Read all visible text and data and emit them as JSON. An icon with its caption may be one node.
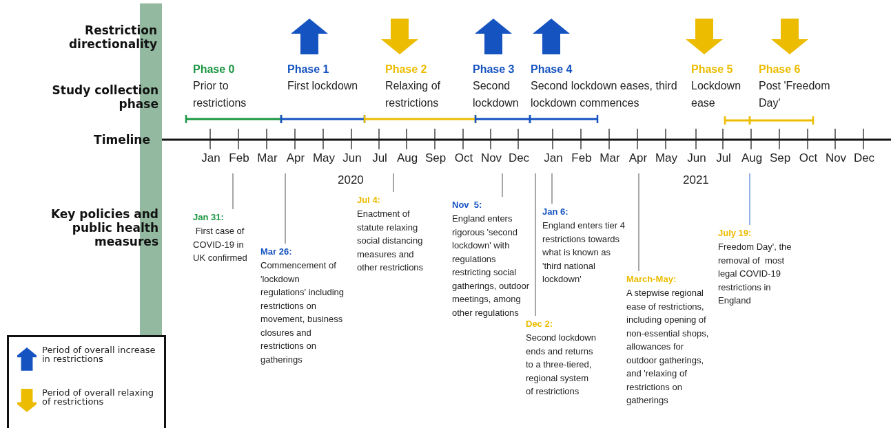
{
  "diagram": {
    "nodes": [
      {
        "text": [
          "Phase 0",
          "Prior to restrictions"
        ]
      },
      {
        "text": [
          "Phase 1",
          "First lockdown"
        ]
      },
      {
        "text": [
          "Phase 2",
          "Relaxing of restrictions"
        ]
      },
      {
        "text": [
          "Phase 3",
          "Second lockdown"
        ]
      },
      {
        "text": [
          "Phase 4",
          "Second lockdown eases, third lockdown commences"
        ]
      },
      {
        "text": [
          "Phase 5",
          "Lockdown ease"
        ]
      },
      {
        "text": [
          "Phase 6",
          "Post 'Freedom Day'"
        ]
      },
      {
        "text": [
          "Jan 31:",
          " First case of COVID-19 in UK confirmed"
        ]
      },
      {
        "text": [
          "Mar 26:",
          "Commencement of 'lockdown regulations' including restrictions on movement, business closures and restrictions on gatherings"
        ]
      },
      {
        "text": [
          "Jul 4:",
          "Enactment of statute relaxing social distancing measures and other restrictions"
        ]
      },
      {
        "text": [
          "Nov  5:",
          "England enters rigorous 'second lockdown' with regulations restricting social gatherings, outdoor meetings, among other regulations"
        ]
      },
      {
        "text": [
          "Dec 2:",
          "Second lockdown ends and returns to a three-tiered, regional system of restrictions"
        ]
      },
      {
        "text": [
          "Jan 6:",
          "England enters tier 4 restrictions towards what is known as 'third national lockdown'"
        ]
      },
      {
        "text": [
          "March-May:",
          "A stepwise regional ease of restrictions, including opening of non-essential shops, allowances for outdoor gatherings, and 'relaxing of restrictions on gatherings"
        ]
      },
      {
        "text": [
          "July 19:",
          "Freedom Day', the removal of  most legal COVID-19 restrictions in England"
        ]
      },
      {
        "text": [],
        "shape": "bar"
      }
    ],
    "edges": [
      {
        "from": 7,
        "to": null,
        "arrow": "none"
      },
      {
        "from": 8,
        "to": null,
        "arrow": "none"
      },
      {
        "from": 9,
        "to": null,
        "arrow": "none"
      },
      {
        "from": 10,
        "to": null,
        "arrow": "none"
      },
      {
        "from": 11,
        "to": null,
        "arrow": "none"
      },
      {
        "from": 12,
        "to": null,
        "arrow": "none"
      },
      {
        "from": 13,
        "to": null,
        "arrow": "none"
      },
      {
        "from": 14,
        "to": null,
        "arrow": "none",
        "color": "#5b86d6"
      }
    ],
    "labels": [
      "Restriction directionality",
      "Study collection phase",
      "Timeline",
      "Jan",
      "Feb",
      "Mar",
      "Apr",
      "May",
      "Jun",
      "Jul",
      "Aug",
      "Sep",
      "Oct",
      "Nov",
      "Dec",
      "Jan",
      "Feb",
      "Mar",
      "Apr",
      "May",
      "Jun",
      "Jul",
      "Aug",
      "Sep",
      "Oct",
      "Nov",
      "Dec",
      "2020",
      "2021",
      "Key policies and public health measures"
    ],
    "legend": [
      {
        "text": "Period of overall increase in restrictions"
      },
      {
        "text": "Period of overall relaxing of restrictions"
      }
    ]
  }
}
